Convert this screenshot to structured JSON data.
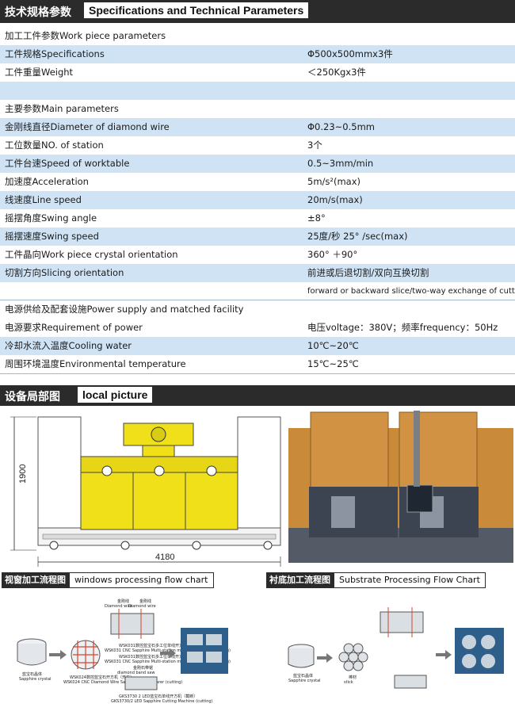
{
  "spec_header": {
    "cn": "技术规格参数",
    "en": "Specifications and Technical Parameters"
  },
  "rows": [
    {
      "label": "加工工件参数Work piece parameters",
      "value": ""
    },
    {
      "label": "工件规格Specifications",
      "value": "Φ500x500mmx3件"
    },
    {
      "label": "工件重量Weight",
      "value": "＜250Kgx3件"
    },
    {
      "label": "",
      "value": ""
    },
    {
      "label": "主要参数Main parameters",
      "value": ""
    },
    {
      "label": "金刚线直径Diameter of diamond wire",
      "value": "Φ0.23~0.5mm"
    },
    {
      "label": "工位数量NO. of station",
      "value": "3个"
    },
    {
      "label": "工件台速Speed of worktable",
      "value": "0.5~3mm/min"
    },
    {
      "label": "加速度Acceleration",
      "value": "5m/s²(max)"
    },
    {
      "label": "线速度Line speed",
      "value": "20m/s(max)"
    },
    {
      "label": "摇摆角度Swing angle",
      "value": "±8°"
    },
    {
      "label": "摇摆速度Swing speed",
      "value": "25度/秒 25° /sec(max)"
    },
    {
      "label": "工件晶向Work piece crystal orientation",
      "value": "360° ＋90°"
    },
    {
      "label": "切割方向Slicing orientation",
      "value": "前进或后退切割/双向互换切割"
    },
    {
      "label": "",
      "value": "forward or backward slice/two-way exchange of cutting"
    },
    {
      "label": "电源供给及配套设施Power supply and matched facility",
      "value": ""
    },
    {
      "label": "电源要求Requirement of power",
      "value": "电压voltage：380V；频率frequency：50Hz"
    },
    {
      "label": "冷却水流入温度Cooling water",
      "value": "10℃~20℃"
    },
    {
      "label": "周围环境温度Environmental temperature",
      "value": "15℃~25℃"
    }
  ],
  "local_header": {
    "cn": "设备局部图",
    "en": "local picture"
  },
  "drawing": {
    "height_dim": "1900",
    "width_dim": "4180"
  },
  "captions": {
    "window_cn": "视窗加工流程图",
    "window_en": "windows processing flow chart",
    "substrate_cn": "衬底加工流程图",
    "substrate_en": "Substrate Processing Flow Chart"
  },
  "flow_left": {
    "crystal": "蓝宝石晶体",
    "crystal_en": "Sapphire crystal",
    "wire1": "金刚线",
    "wire1_en": "Diamond wire",
    "wire2": "金刚线",
    "wire2_en": "Diamond wire",
    "m1": "WSK024数控蓝宝石开方机（开方）",
    "m1_en": "WSK024 CNC Diamond Wire Saw Sapphire Squarer (cutting)",
    "m2": "WSK031数控蓝宝石多工位单线开方机（截断）",
    "m2_en": "WSK031 CNC Sapphire Multi-station monoline Squarer (cutting)",
    "m3": "WSK031数控蓝宝石多工位单线开方机（截断）",
    "m3_en": "WSK031 CNC Sapphire Multi-station monoline Squarer (cutting)",
    "band": "金刚石带锯",
    "band_en": "diamond band saw",
    "m4": "GKS3730 2 LED蓝宝石单线开方机（截断）",
    "m4_en": "GKS3730/2 LED Sapphire Cutting Machine (cutting)"
  },
  "flow_right": {
    "crystal": "蓝宝石晶体",
    "crystal_en": "Sapphire crystal",
    "stick": "棒材",
    "stick_en": "stick"
  },
  "colors": {
    "header": "#2b2b2b",
    "band": "#cfe3f5",
    "machine_yellow": "#efe01a",
    "cabinet": "#c98a3a"
  }
}
